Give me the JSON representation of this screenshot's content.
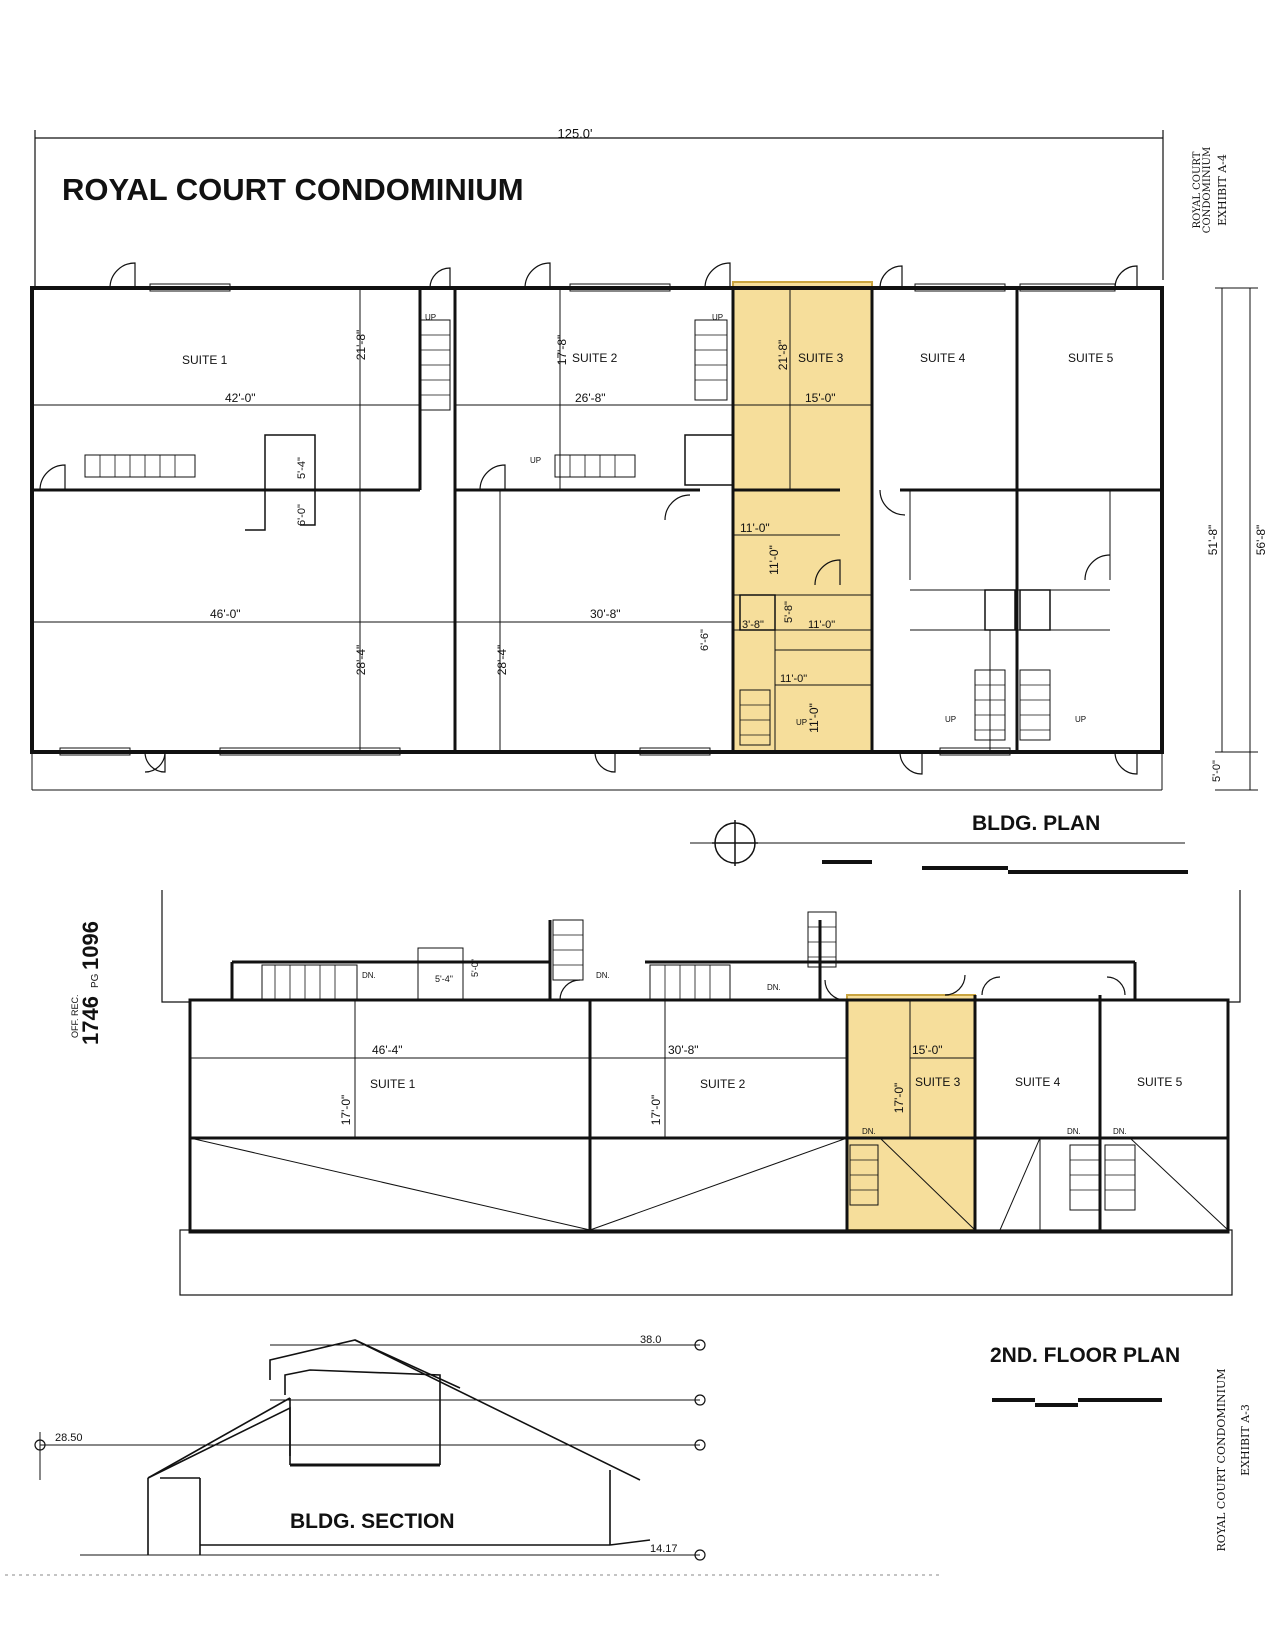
{
  "title": "ROYAL COURT CONDOMINIUM",
  "overall_width": "125.0'",
  "highlight_color": "#f5d88a",
  "line_color": "#111111",
  "side_label_top": {
    "line1": "ROYAL COURT",
    "line2": "CONDOMINIUM",
    "line3": "EXHIBIT A-4"
  },
  "side_label_bottom": {
    "line1": "ROYAL COURT CONDOMINIUM",
    "line2": "EXHIBIT A-3"
  },
  "recording": {
    "off_rec": "OFF. REC.",
    "book": "1746",
    "pg_label": "PG",
    "page": "1096"
  },
  "bldg_plan": {
    "label": "BLDG. PLAN",
    "suites": [
      "SUITE 1",
      "SUITE 2",
      "SUITE 3",
      "SUITE 4",
      "SUITE 5"
    ],
    "dims": {
      "s1_upper_depth": "21'-8\"",
      "s1_upper_width": "42'-0\"",
      "s1_lower_width": "46'-0\"",
      "s1_lower_depth": "28'-4\"",
      "s1_bath_a": "5'-4\"",
      "s1_bath_b": "6'-0\"",
      "s2_upper_depth": "17'-8\"",
      "s2_upper_width": "26'-8\"",
      "s2_lower_width": "30'-8\"",
      "s2_lower_depth": "28'-4\"",
      "s3_upper_depth": "21'-8\"",
      "s3_upper_width": "15'-0\"",
      "s3_office_w": "11'-0\"",
      "s3_office_d": "11'-0\"",
      "s3_bath_a": "3'-8\"",
      "s3_bath_b": "5'-8\"",
      "s3_room_w": "11'-0\"",
      "s3_lower_w": "11'-0\"",
      "s3_lower_d": "11'-0\"",
      "s3_hall": "6'-6\"",
      "total_depth_a": "51'-8\"",
      "total_depth_b": "56'-8\"",
      "walk": "5'-0\""
    },
    "up": "UP"
  },
  "floor2": {
    "label": "2ND. FLOOR PLAN",
    "suites": [
      "SUITE 1",
      "SUITE 2",
      "SUITE 3",
      "SUITE 4",
      "SUITE 5"
    ],
    "dims": {
      "s1_width": "46'-4\"",
      "s1_depth": "17'-0\"",
      "s2_width": "30'-8\"",
      "s2_depth": "17'-0\"",
      "s3_width": "15'-0\"",
      "s3_depth": "17'-0\"",
      "bath_a": "5'-4\"",
      "bath_b": "5'-0\""
    },
    "dn": "DN."
  },
  "section": {
    "label": "BLDG. SECTION",
    "elev_top": "38.0",
    "elev_left": "28.50",
    "elev_bottom": "14.17"
  }
}
